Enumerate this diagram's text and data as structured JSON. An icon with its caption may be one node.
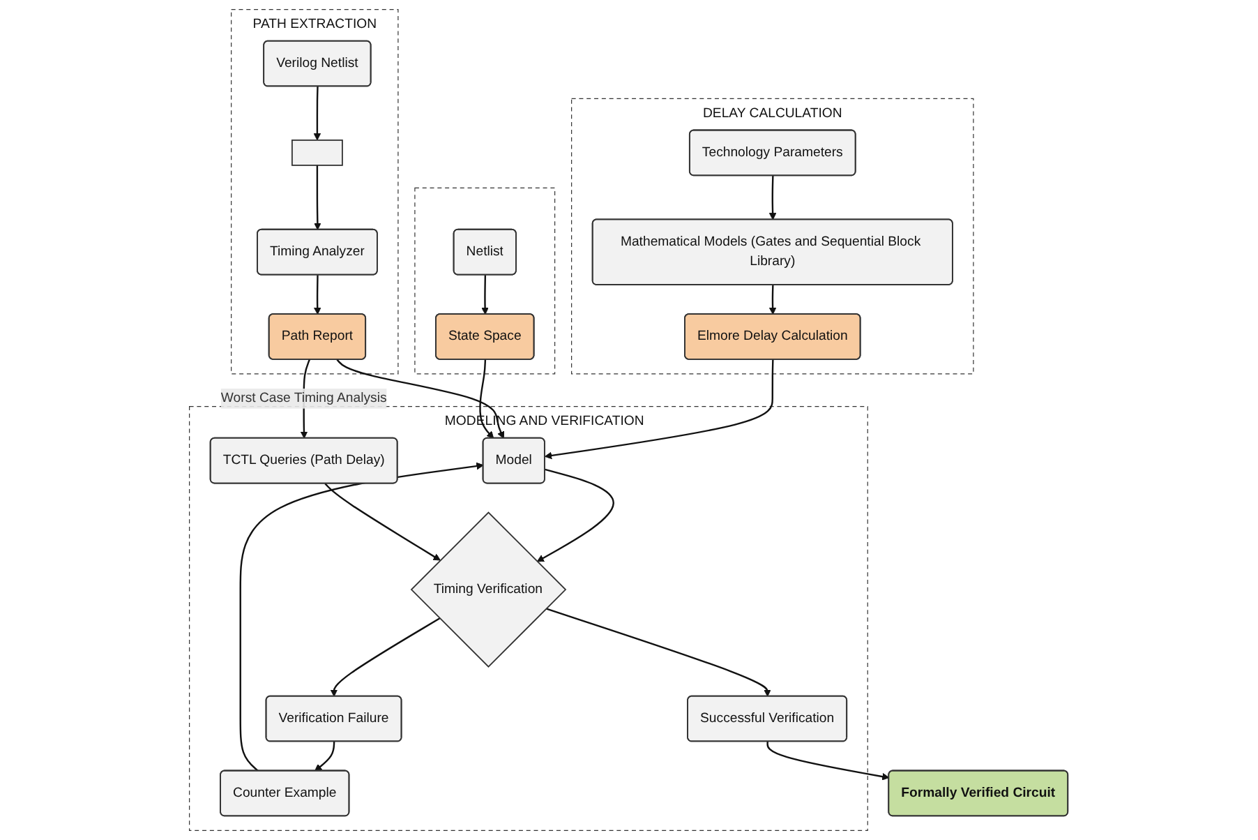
{
  "diagram": {
    "nodes": [
      {
        "text": [
          "DELAY CALCULATION"
        ]
      },
      {
        "text": [
          "Technology Parameters"
        ],
        "in": 0
      },
      {
        "text": [
          "Mathematical Models (Gates and Sequential Block Library)"
        ],
        "in": 0
      },
      {
        "text": [
          "Elmore Delay Calculation"
        ],
        "in": 0
      },
      {
        "text": [
          "PATH EXTRACTION"
        ]
      },
      {
        "text": [
          "Verilog Netlist"
        ],
        "in": 4
      },
      {
        "text": [],
        "shape": "box",
        "in": 4
      },
      {
        "text": [
          "Timing Analyzer"
        ],
        "in": 4
      },
      {
        "text": [
          "Path Report"
        ],
        "in": 4
      },
      {
        "text": [],
        "shape": "box"
      },
      {
        "text": [
          "Netlist"
        ],
        "in": 9
      },
      {
        "text": [
          "State Space"
        ],
        "in": 9
      },
      {
        "text": [
          "MODELING AND VERIFICATION"
        ]
      },
      {
        "text": [
          "Model"
        ],
        "in": 12
      },
      {
        "text": [
          "Counter Example"
        ],
        "in": 12
      },
      {
        "text": [
          "Timing Verification"
        ],
        "in": 12
      },
      {
        "text": [
          "TCTL Queries (Path Delay)"
        ],
        "in": 12
      },
      {
        "text": [
          "Verification Failure"
        ],
        "in": 12
      },
      {
        "text": [
          "Successful Verification"
        ],
        "in": 12
      },
      {
        "text": [
          "Formally Verified Circuit"
        ]
      }
    ],
    "edges": [
      {
        "from": 1,
        "to": 2,
        "arrow": "to"
      },
      {
        "from": 2,
        "to": 3,
        "arrow": "to"
      },
      {
        "from": 5,
        "to": 6,
        "arrow": "to"
      },
      {
        "from": 6,
        "to": 7,
        "arrow": "to"
      },
      {
        "from": 7,
        "to": 8,
        "arrow": "to"
      },
      {
        "from": 10,
        "to": 11,
        "arrow": "to"
      },
      {
        "from": 3,
        "to": 13,
        "arrow": "to"
      },
      {
        "from": 8,
        "to": 13,
        "arrow": "to"
      },
      {
        "from": 8,
        "to": 16,
        "arrow": "to",
        "label": "Worst Case Timing Analysis"
      },
      {
        "from": 11,
        "to": 13,
        "arrow": "to"
      },
      {
        "from": 13,
        "to": 15,
        "arrow": "to"
      },
      {
        "from": 16,
        "to": 15,
        "arrow": "to"
      },
      {
        "from": 15,
        "to": 17,
        "arrow": "to"
      },
      {
        "from": 15,
        "to": 18,
        "arrow": "to"
      },
      {
        "from": 17,
        "to": 14,
        "arrow": "to"
      },
      {
        "from": 14,
        "to": 13,
        "arrow": "to"
      },
      {
        "from": 18,
        "to": 19,
        "arrow": "to"
      }
    ]
  }
}
